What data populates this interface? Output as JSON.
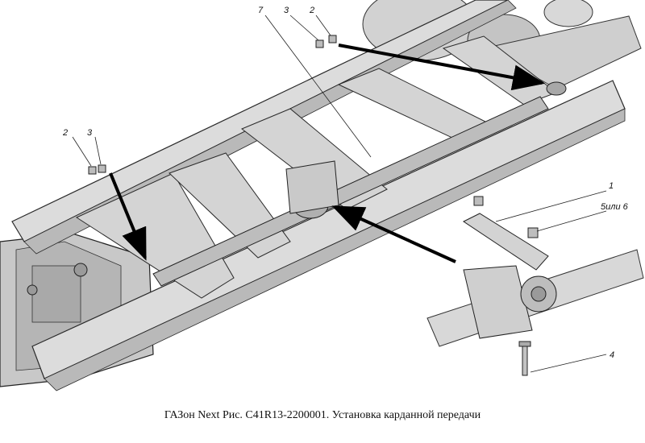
{
  "caption": "ГАЗон Next Рис. C41R13-2200001. Установка карданной передачи",
  "callouts": {
    "c1": "1",
    "c2a": "2",
    "c2b": "2",
    "c3a": "3",
    "c3b": "3",
    "c4": "4",
    "c56": "5или 6",
    "c7": "7"
  },
  "colors": {
    "frame": "#dcdcdc",
    "frame_shade": "#b9b9b9",
    "outline": "#2a2a2a",
    "arrow": "#000000"
  }
}
